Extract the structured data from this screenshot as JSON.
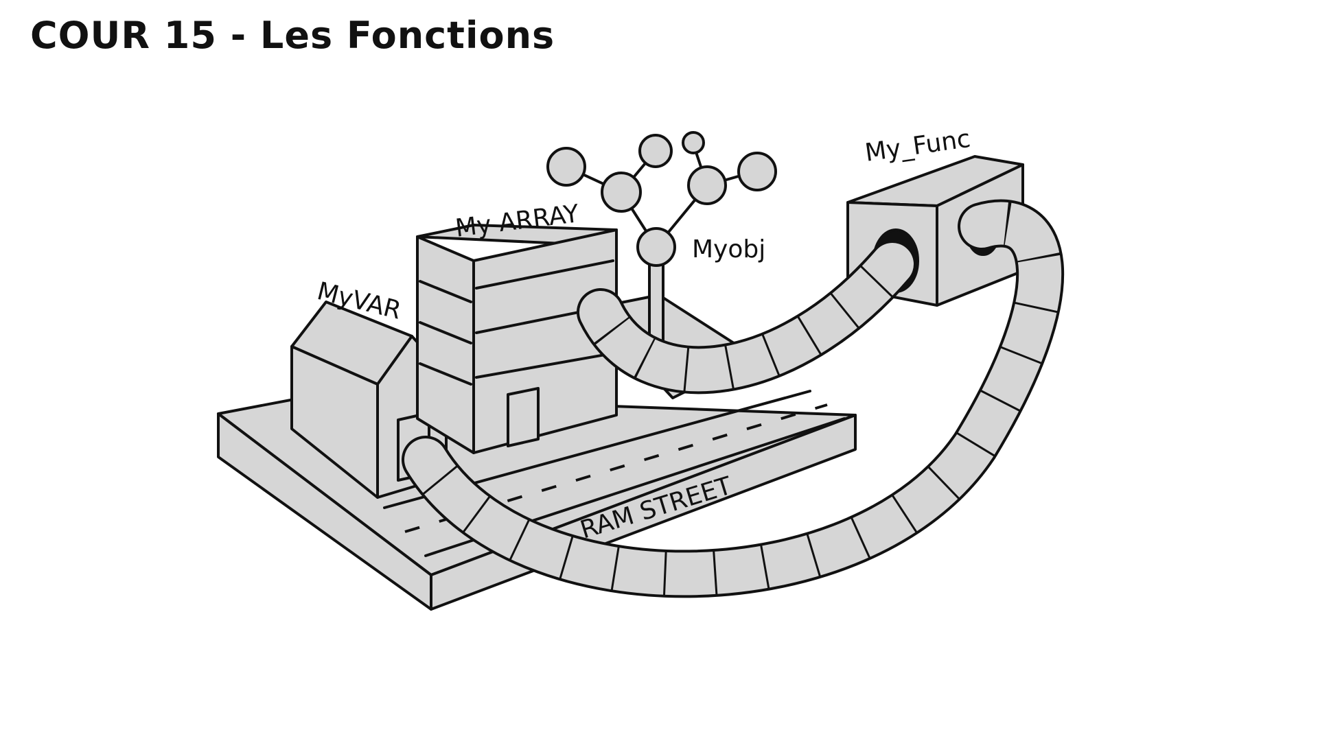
{
  "title": "COUR 15 - Les Fonctions",
  "labels": {
    "my_var": "MyVAR",
    "my_array": "My ARRAY",
    "my_obj": "Myobj",
    "my_func": "My_Func",
    "street": "RAM STREET"
  },
  "colors": {
    "fill": "#d6d6d6",
    "ink": "#111111",
    "background": "#ffffff"
  }
}
